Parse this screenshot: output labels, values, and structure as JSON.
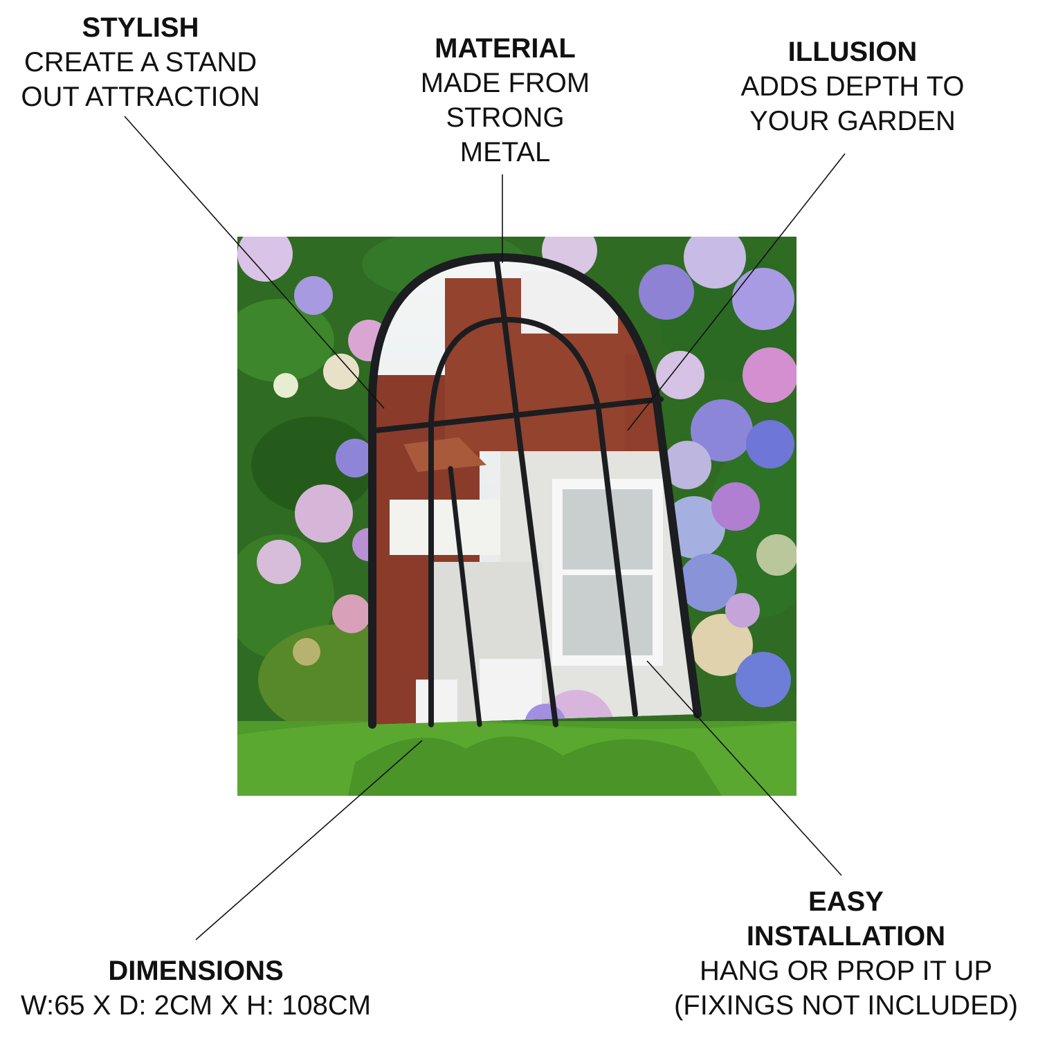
{
  "callouts": {
    "stylish": {
      "heading": "STYLISH",
      "lines": [
        "CREATE A STAND",
        "OUT ATTRACTION"
      ]
    },
    "material": {
      "heading": "MATERIAL",
      "lines": [
        "MADE FROM",
        "STRONG",
        "METAL"
      ]
    },
    "illusion": {
      "heading": "ILLUSION",
      "lines": [
        "ADDS DEPTH TO",
        "YOUR GARDEN"
      ]
    },
    "dimensions": {
      "heading": "DIMENSIONS",
      "lines": [
        "W:65 X D: 2CM X H: 108CM"
      ]
    },
    "easy": {
      "heading_lines": [
        "EASY",
        "INSTALLATION"
      ],
      "lines": [
        "HANG OR PROP IT UP",
        "(FIXINGS NOT INCLUDED)"
      ]
    }
  },
  "photo": {
    "subject": "arched-window-garden-mirror",
    "colors": {
      "frame": "#1b1d20",
      "brick": "#8a3b2a",
      "foliage": "#2f6b22",
      "grass": "#4f9a2a",
      "hydrangea_blue": "#7a79d6",
      "hydrangea_pink": "#d9a6d4",
      "render_wall": "#e3e3e0"
    }
  },
  "colors": {
    "text": "#111111",
    "leader_line": "#111111",
    "background": "#ffffff"
  }
}
